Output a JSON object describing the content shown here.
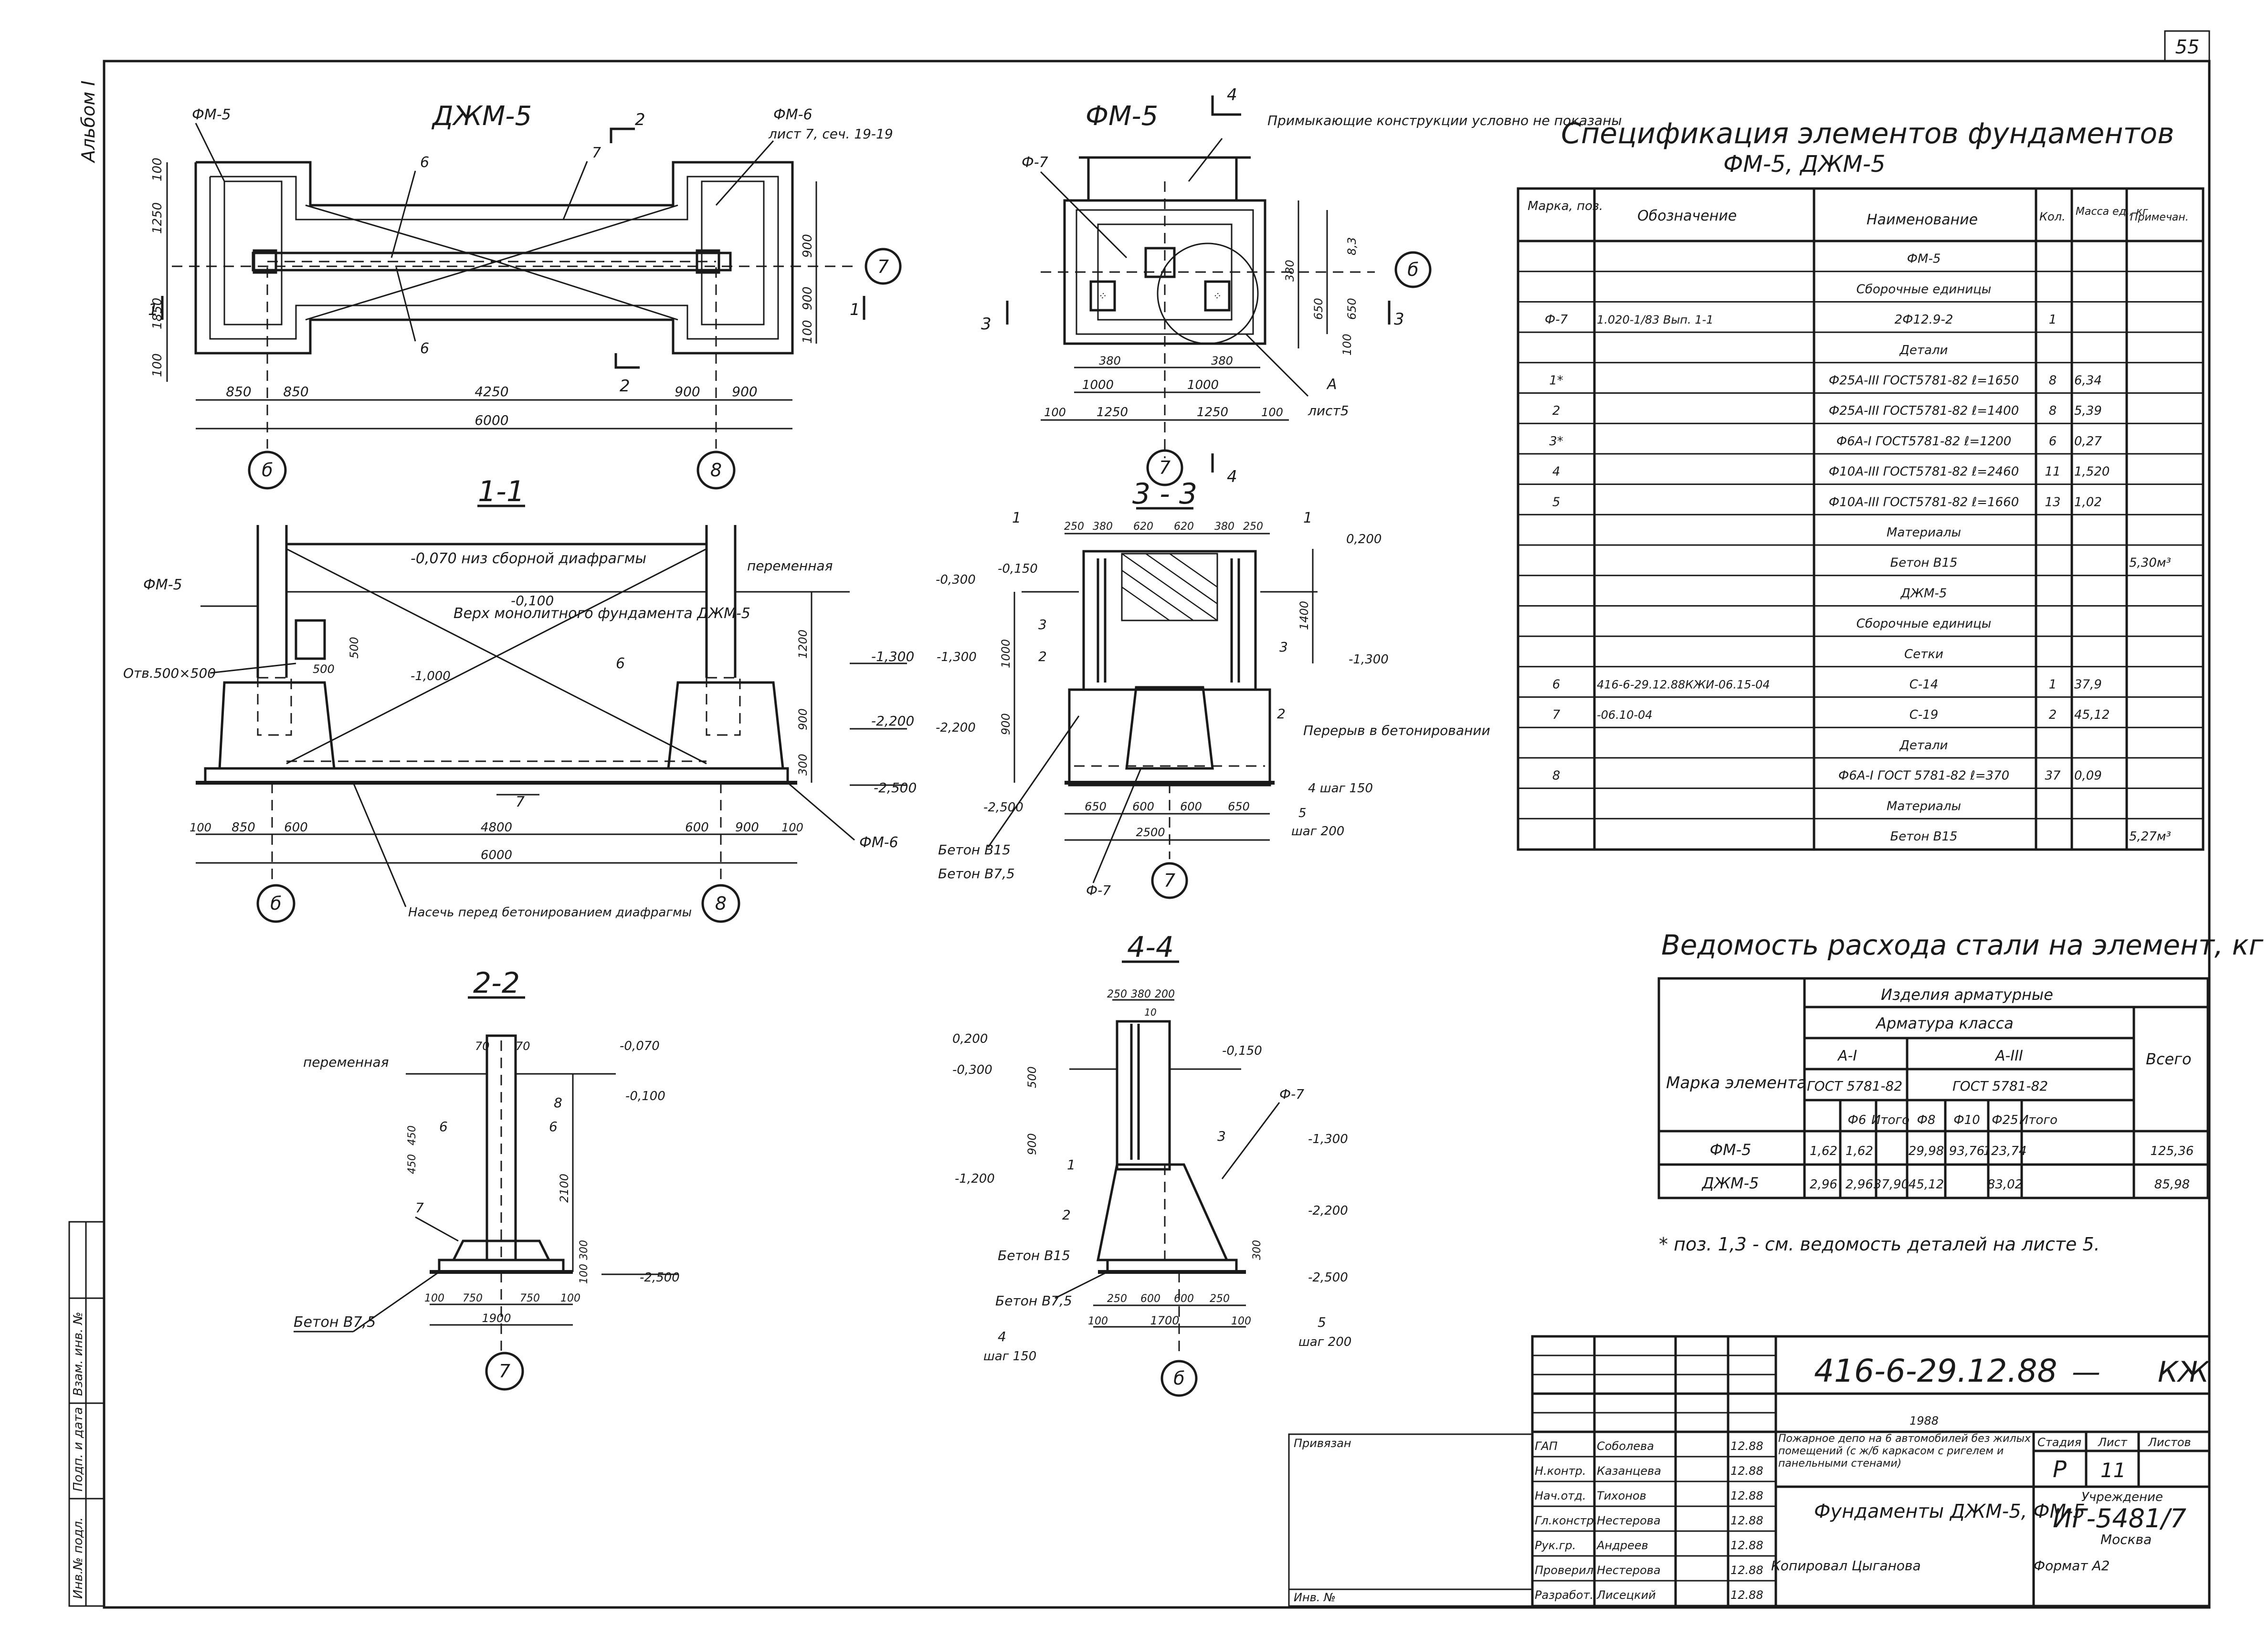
{
  "page_number": "55",
  "album": "Альбом I",
  "plan_djm": {
    "title": "ДЖМ-5",
    "labels": {
      "fm5": "ФМ-5",
      "fm6": "ФМ-6",
      "fm6_note": "лист 7, сеч. 19-19",
      "n6a": "6",
      "n6b": "6",
      "n7": "7",
      "sec2": "2",
      "sec1": "1"
    },
    "dims_bottom_a": [
      "850",
      "850",
      "4250",
      "900",
      "900"
    ],
    "dim_total": "6000",
    "dims_left": [
      "100",
      "1250",
      "1850",
      "100"
    ],
    "dims_right": [
      "900",
      "900",
      "100"
    ],
    "axes": [
      "б",
      "8"
    ],
    "axis_right": "7"
  },
  "plan_fm": {
    "title": "ФМ-5",
    "note": "Примыкающие конструкции условно не показаны",
    "labels": {
      "f7": "Ф-7",
      "a": "А",
      "a_note": "лист5",
      "sec4": "4",
      "sec3": "3"
    },
    "dims_top": [
      "380",
      "380"
    ],
    "dims_mid": [
      "1000",
      "1000"
    ],
    "dims_bot": [
      "100",
      "1250",
      "1250",
      "100"
    ],
    "dims_right": [
      "8,3",
      "380",
      "650",
      "650",
      "100"
    ],
    "axis_bottom": "7",
    "axis_right": "б"
  },
  "section_1_1": {
    "title": "1-1",
    "labels": {
      "niz": "-0,070  низ сборной диафрагмы",
      "peremennaya": "переменная",
      "verh": "Верх монолитного фундамента ДЖМ-5",
      "v100": "-0,100",
      "fm5": "ФМ-5",
      "otv": "Отв.500×500",
      "v500a": "500",
      "v500b": "500",
      "v1000": "-1,000",
      "n6": "6",
      "n7": "7",
      "fm6": "ФМ-6",
      "lev1300": "-1,300",
      "lev2200": "-2,200",
      "lev2500": "-2,500",
      "h1200": "1200",
      "h900": "900",
      "h300": "300",
      "nasechka": "Насечь перед бетонированием диафрагмы"
    },
    "dims": [
      "100",
      "850",
      "600",
      "4800",
      "600",
      "900",
      "100"
    ],
    "dim_total": "6000",
    "axes": [
      "б",
      "8"
    ]
  },
  "section_3_3": {
    "title": "3 - 3",
    "labels": {
      "n1": "1",
      "n2": "2",
      "n3": "3",
      "n4": "4",
      "n5": "5",
      "v0200": "0,200",
      "v0150": "-0,150",
      "v0300": "-0,300",
      "v1300": "-1,300",
      "v1300b": "-1,300",
      "v2200": "-2,200",
      "v2500": "-2,500",
      "h1000": "1000",
      "h900": "900",
      "h1400": "1400",
      "pereryv": "Перерыв в бетонировании",
      "shag150": "4 шаг 150",
      "shag200": "шаг 200",
      "beton15": "Бетон В15",
      "beton75": "Бетон В7,5",
      "f7": "Ф-7"
    },
    "dims_top": [
      "250",
      "380",
      "620",
      "620",
      "380",
      "250"
    ],
    "dims_bot": [
      "650",
      "600",
      "600",
      "650"
    ],
    "dim_total": "2500",
    "axis": "7"
  },
  "spec": {
    "title": "Спецификация элементов фундаментов",
    "subtitle": "ФМ-5, ДЖМ-5",
    "headers": [
      "Марка, поз.",
      "Обозначение",
      "Наименование",
      "Кол.",
      "Масса ед., кг",
      "Примечан."
    ],
    "rows": [
      [
        "",
        "",
        "ФМ-5",
        "",
        "",
        ""
      ],
      [
        "",
        "",
        "Сборочные единицы",
        "",
        "",
        ""
      ],
      [
        "Ф-7",
        "1.020-1/83 Вып. 1-1",
        "2Ф12.9-2",
        "1",
        "",
        ""
      ],
      [
        "",
        "",
        "Детали",
        "",
        "",
        ""
      ],
      [
        "1*",
        "",
        "Ф25А-III ГОСТ5781-82 ℓ=1650",
        "8",
        "6,34",
        ""
      ],
      [
        "2",
        "",
        "Ф25А-III ГОСТ5781-82 ℓ=1400",
        "8",
        "5,39",
        ""
      ],
      [
        "3*",
        "",
        "Ф6А-I ГОСТ5781-82 ℓ=1200",
        "6",
        "0,27",
        ""
      ],
      [
        "4",
        "",
        "Ф10А-III ГОСТ5781-82 ℓ=2460",
        "11",
        "1,520",
        ""
      ],
      [
        "5",
        "",
        "Ф10А-III ГОСТ5781-82 ℓ=1660",
        "13",
        "1,02",
        ""
      ],
      [
        "",
        "",
        "Материалы",
        "",
        "",
        ""
      ],
      [
        "",
        "",
        "Бетон В15",
        "",
        "",
        "5,30м³"
      ],
      [
        "",
        "",
        "ДЖМ-5",
        "",
        "",
        ""
      ],
      [
        "",
        "",
        "Сборочные единицы",
        "",
        "",
        ""
      ],
      [
        "",
        "",
        "Сетки",
        "",
        "",
        ""
      ],
      [
        "6",
        "416-6-29.12.88КЖИ-06.15-04",
        "С-14",
        "1",
        "37,9",
        ""
      ],
      [
        "7",
        "-06.10-04",
        "С-19",
        "2",
        "45,12",
        ""
      ],
      [
        "",
        "",
        "Детали",
        "",
        "",
        ""
      ],
      [
        "8",
        "",
        "Ф6А-I ГОСТ 5781-82 ℓ=370",
        "37",
        "0,09",
        ""
      ],
      [
        "",
        "",
        "Материалы",
        "",
        "",
        ""
      ],
      [
        "",
        "",
        "Бетон В15",
        "",
        "",
        "5,27м³"
      ]
    ]
  },
  "steel": {
    "title": "Ведомость расхода стали на элемент, кг",
    "h_mark": "Марка элемента",
    "h_izd": "Изделия арматурные",
    "h_arm": "Арматура класса",
    "h_a1": "А-I",
    "h_a3": "А-III",
    "h_gost1": "ГОСТ 5781-82",
    "h_gost3": "ГОСТ 5781-82",
    "h_total": "Всего",
    "cols": [
      "Ф6",
      "Итого",
      "Ф8",
      "Ф10",
      "Ф25",
      "Итого"
    ],
    "rows": [
      [
        "ФМ-5",
        "1,62",
        "1,62",
        "",
        "29,98",
        "93,76",
        "123,74",
        "125,36"
      ],
      [
        "ДЖМ-5",
        "2,96",
        "2,96",
        "37,90",
        "45,12",
        "",
        "83,02",
        "85,98"
      ]
    ],
    "footnote": "* поз. 1,3 - см. ведомость деталей на листе 5."
  },
  "section_2_2": {
    "title": "2-2",
    "labels": {
      "peremennaya": "переменная",
      "v0070": "-0,070",
      "v0100": "-0,100",
      "v2500": "-2,500",
      "n6a": "6",
      "n6b": "6",
      "n7": "7",
      "n8": "8",
      "d70a": "70",
      "d70b": "70",
      "h450a": "450",
      "h450b": "450",
      "h2100": "2100",
      "h300": "300",
      "h100": "100",
      "beton": "Бетон В7,5"
    },
    "dims": [
      "100",
      "750",
      "750",
      "100"
    ],
    "dim_total": "1900",
    "axis": "7"
  },
  "section_4_4": {
    "title": "4-4",
    "labels": {
      "v0200": "0,200",
      "v0300": "-0,300",
      "v0150": "-0,150",
      "v1200": "-1,200",
      "v1300": "-1,300",
      "v2200": "-2,200",
      "v2500": "-2,500",
      "f7": "Ф-7",
      "n1": "1",
      "n2": "2",
      "n3": "3",
      "h900": "900",
      "h500": "500",
      "h300": "300",
      "beton15": "Бетон В15",
      "beton75": "Бетон В7,5",
      "shag150": "шаг 150",
      "shag200": "шаг 200",
      "n4": "4",
      "n5": "5"
    },
    "dims_top": [
      "250",
      "380",
      "200"
    ],
    "dims_mid": "10",
    "dims_bot": [
      "250",
      "600",
      "600",
      "250"
    ],
    "dim_total": "1700",
    "dim_100a": "100",
    "dim_100b": "100",
    "axis": "б"
  },
  "stamp": {
    "code": "416-6-29.12.88",
    "dash": "—",
    "mark": "КЖ",
    "desc": "Пожарное депо на 6 автомобилей без жилых помещений (с ж/б каркасом с ригелем и панельными стенами)",
    "title": "Фундаменты ДЖМ-5, ФМ-5",
    "stage_h": "Стадия",
    "sheet_h": "Лист",
    "sheets_h": "Листов",
    "stage": "Р",
    "sheet": "11",
    "institution_h": "Учреждение",
    "institution": "ИГ-5481/7",
    "city": "Москва",
    "year": "1988",
    "roles": [
      "ГАП",
      "Н.контр.",
      "Нач.отд.",
      "Гл.констр.",
      "Рук.гр.",
      "Проверил",
      "Разработ."
    ],
    "names": [
      "Соболева",
      "Казанцева",
      "Тихонов",
      "Нестерова",
      "Андреев",
      "Нестерова",
      "Лисецкий"
    ],
    "dates": [
      "12.88",
      "12.88",
      "12.88",
      "12.88",
      "12.88",
      "12.88",
      "12.88"
    ],
    "privyazan": "Привязан",
    "inv": "Инв. №",
    "copied": "Копировал Цыганова",
    "format": "Формат А2"
  },
  "side_stamp": {
    "a": "Инв.№ подл.",
    "b": "Подп. и дата",
    "c": "Взам. инв. №"
  }
}
